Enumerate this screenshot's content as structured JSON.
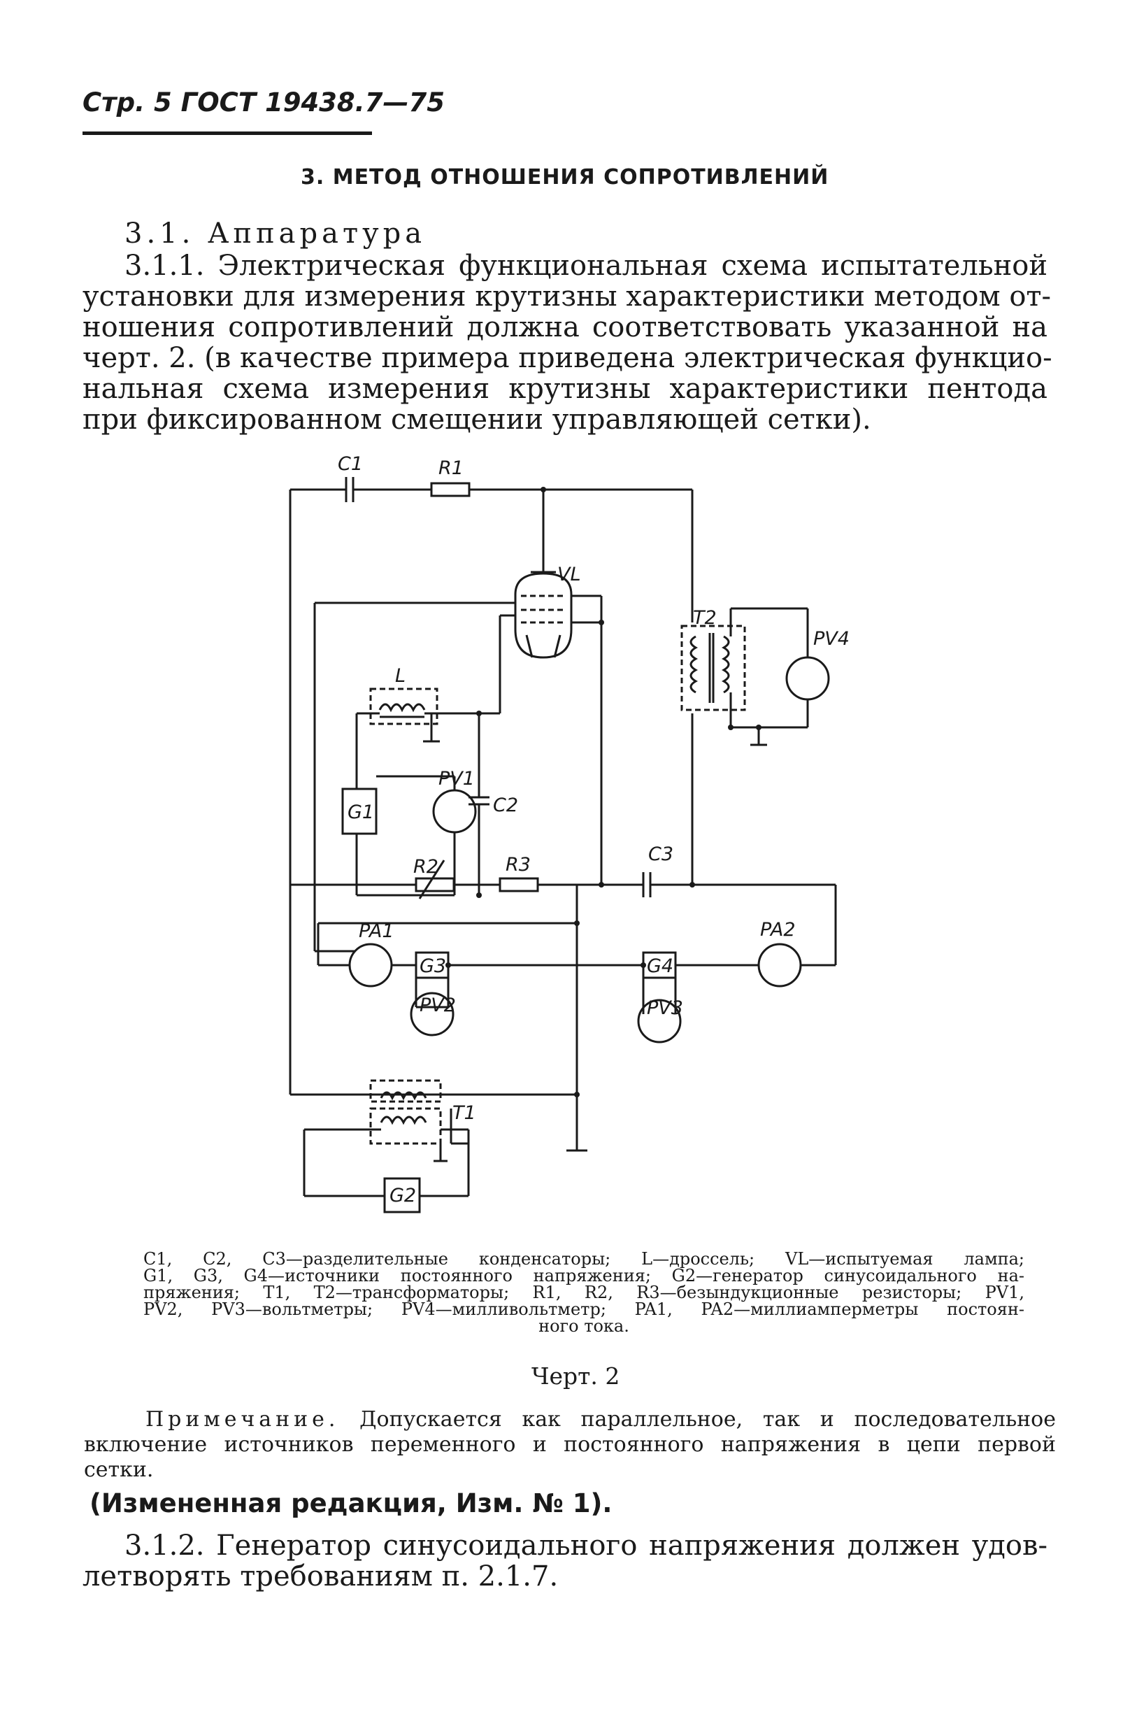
{
  "header": {
    "page_label": "Стр. 5 ГОСТ 19438.7—75"
  },
  "section_title": "3. МЕТОД ОТНОШЕНИЯ СОПРОТИВЛЕНИЙ",
  "subsection": "3.1. Аппаратура",
  "para_311": [
    "3.1.1. Электрическая функциональная схема испытательной",
    "установки для измерения крутизны характеристики методом от-",
    "ношения сопротивлений должна соответствовать указанной на",
    "черт. 2. (в качестве примера приведена электрическая функцио-",
    "нальная схема измерения крутизны характеристики пентода",
    "при фиксированном смещении управляющей сетки)."
  ],
  "diagram_labels": {
    "C1": "C1",
    "R1": "R1",
    "VL": "VL",
    "T2": "T2",
    "PV4": "PV4",
    "L": "L",
    "PV1": "PV1",
    "C2": "C2",
    "G1": "G1",
    "C3": "C3",
    "R2": "R2",
    "R3": "R3",
    "PA1": "PA1",
    "PA2": "PA2",
    "G3": "G3",
    "G4": "G4",
    "PV2": "PV2",
    "PV3": "PV3",
    "T1": "T1",
    "G2": "G2"
  },
  "legend": [
    "C1, C2, C3—разделительные конденсаторы; L—дроссель; VL—испытуемая лампа;",
    "G1, G3, G4—источники постоянного напряжения; G2—генератор синусоидального на-",
    "пряжения; T1, T2—трансформаторы; R1, R2, R3—безындукционные резисторы; PV1,",
    "PV2, PV3—вольтметры; PV4—милливольтметр; PA1, PA2—миллиамперметры постоян-",
    "ного тока."
  ],
  "figure_caption": "Черт. 2",
  "note": {
    "label": "Примечание.",
    "lines": [
      "Допускается как параллельное, так и последовательное",
      "включение источников переменного и постоянного напряжения в цепи первой",
      "сетки."
    ]
  },
  "change_note": "(Измененная редакция, Изм. № 1).",
  "para_312": [
    "3.1.2. Генератор синусоидального напряжения должен удов-",
    "летворять требованиям п. 2.1.7."
  ]
}
